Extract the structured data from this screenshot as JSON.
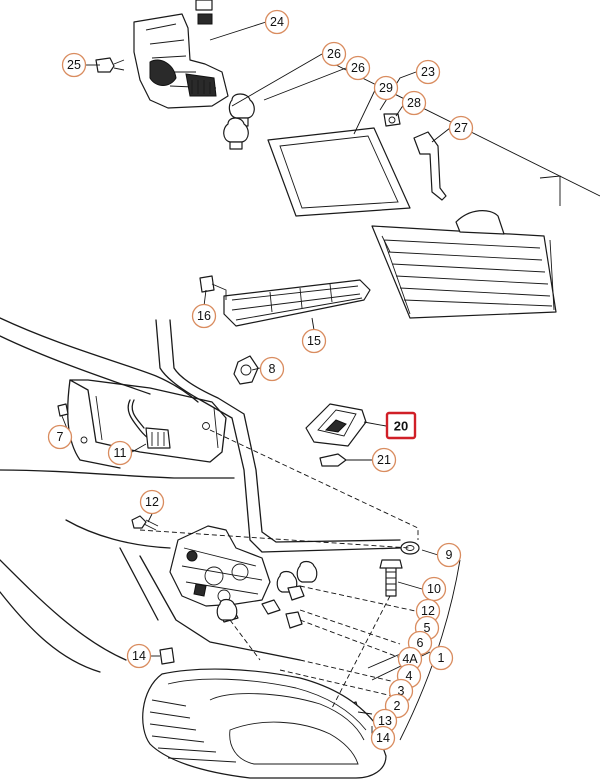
{
  "colors": {
    "callout_ring": "#d98c5f",
    "highlight": "#d01f27",
    "line": "#1a1a1a"
  },
  "highlighted_part": "20",
  "callouts": {
    "c24": "24",
    "c25": "25",
    "c26a": "26",
    "c26b": "26",
    "c23": "23",
    "c29": "29",
    "c28": "28",
    "c27": "27",
    "c16": "16",
    "c15": "15",
    "c8": "8",
    "c20": "20",
    "c21": "21",
    "c7": "7",
    "c11": "11",
    "c12a": "12",
    "c9": "9",
    "c10": "10",
    "c12b": "12",
    "c5": "5",
    "c6": "6",
    "c4A": "4A",
    "c1": "1",
    "c4": "4",
    "c3": "3",
    "c2": "2",
    "c13": "13",
    "c14a": "14",
    "c14b": "14"
  }
}
